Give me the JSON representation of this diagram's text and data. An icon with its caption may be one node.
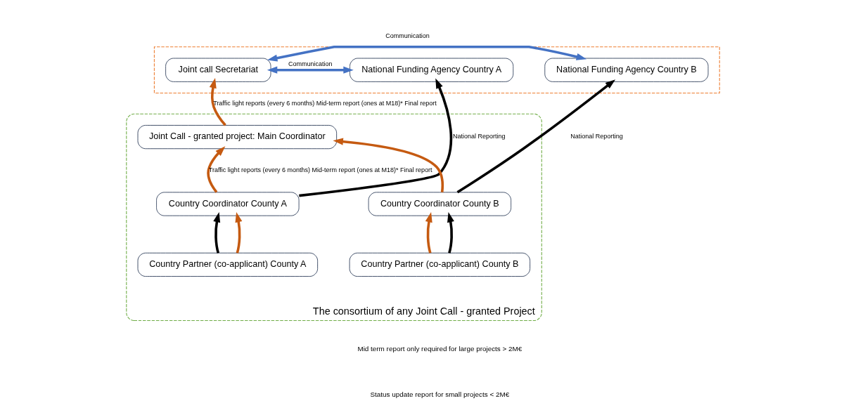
{
  "diagram": {
    "nodes": [
      {
        "text": [],
        "shape": "box"
      },
      {
        "text": [
          "National Funding Agency Country A"
        ],
        "in": 0
      },
      {
        "text": [
          "Joint call Secretariat"
        ],
        "in": 0
      },
      {
        "text": [
          "National Funding Agency Country B"
        ],
        "in": 0
      },
      {
        "text": [
          "The consortium of any Joint Call - granted Project"
        ]
      },
      {
        "text": [
          "Joint Call - granted project: Main Coordinator"
        ],
        "in": 4
      },
      {
        "text": [
          "Country Coordinator County A"
        ],
        "in": 4
      },
      {
        "text": [
          "Country Coordinator County B"
        ],
        "in": 4
      },
      {
        "text": [
          "Country Partner (co-applicant) County A"
        ],
        "in": 4
      },
      {
        "text": [
          "Country Partner (co-applicant) County B"
        ],
        "in": 4
      }
    ],
    "edges": [
      {
        "from": 1,
        "to": 2,
        "arrow": "both",
        "label": "Communication",
        "color": "#4472c4"
      },
      {
        "from": 2,
        "to": 3,
        "arrow": "both",
        "label": "Communication",
        "color": "#4472c4"
      },
      {
        "from": 6,
        "to": 1,
        "arrow": "to",
        "label": "National Reporting",
        "color": "#000000"
      },
      {
        "from": 7,
        "to": 3,
        "arrow": "to",
        "label": "National Reporting",
        "color": "#000000"
      },
      {
        "from": 5,
        "to": 2,
        "arrow": "to",
        "label": "Traffic light reports (every 6 months) Mid-term report (ones at M18)* Final report"
      },
      {
        "from": 6,
        "to": 5,
        "arrow": "to",
        "label": "Traffic light reports (every 6 months) Mid-term report (ones at M18)* Final report"
      },
      {
        "from": 7,
        "to": 5,
        "arrow": "to"
      },
      {
        "from": 8,
        "to": 6,
        "arrow": "to",
        "color": "#000000"
      },
      {
        "from": 8,
        "to": 6,
        "arrow": "to"
      },
      {
        "from": 9,
        "to": 7,
        "arrow": "to"
      },
      {
        "from": 9,
        "to": 7,
        "arrow": "to",
        "color": "#000000"
      }
    ],
    "labels": [
      "Mid term report only required for large projects > 2M€",
      "Status update report for small projects < 2M€"
    ]
  }
}
